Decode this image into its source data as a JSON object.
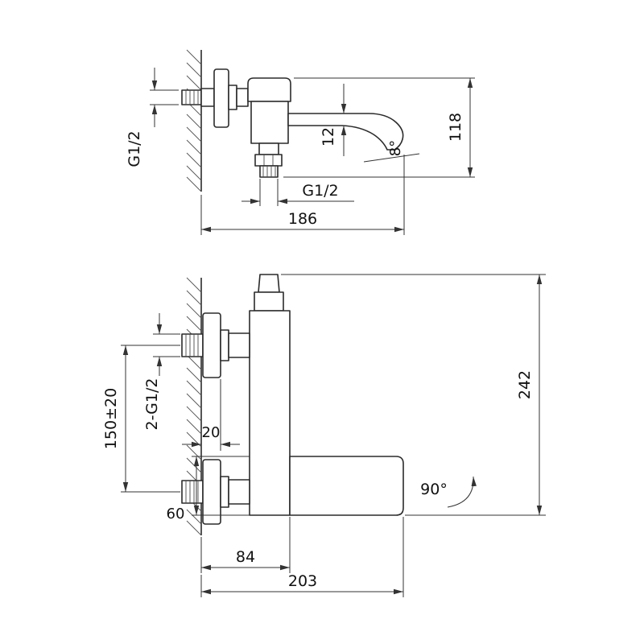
{
  "canvas": {
    "background": "#ffffff",
    "line_color": "#2b2b2b"
  },
  "top_view": {
    "labels": {
      "inlet_thread": "G1/2",
      "overall_height": "118",
      "spout_thickness": "12",
      "spout_angle": "8°",
      "outlet_thread": "G1/2",
      "wall_to_spout_tip": "186"
    }
  },
  "bottom_view": {
    "labels": {
      "inlet_spacing": "150±20",
      "inlet_threads": "2-G1/2",
      "wall_to_flange_face": "20",
      "spout_width": "60",
      "wall_to_body": "84",
      "wall_to_spout_tip": "203",
      "overall_length": "242",
      "swivel_angle": "90°"
    }
  }
}
